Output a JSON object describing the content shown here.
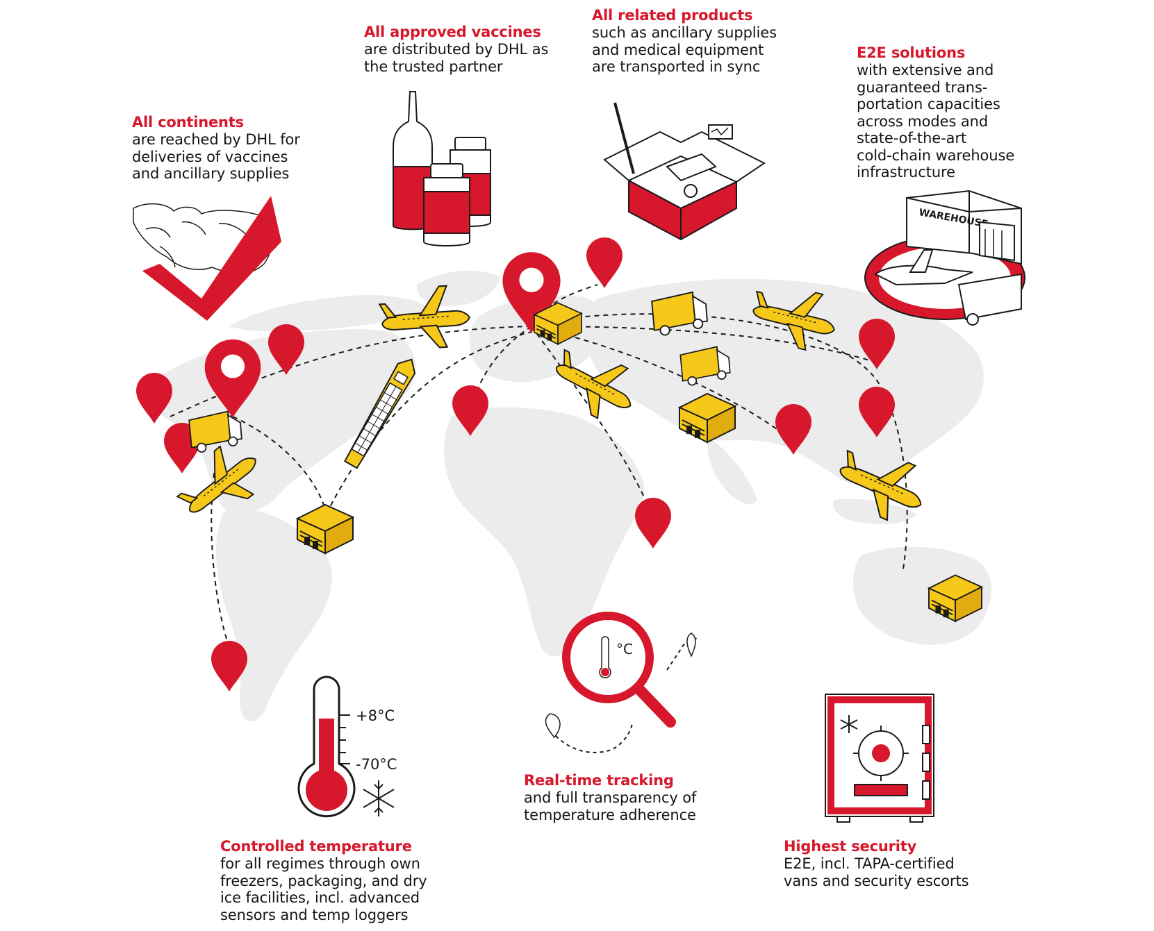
{
  "colors": {
    "red": "#d7172b",
    "yellow": "#f6c81a",
    "ink": "#1a1a1a",
    "map": "#ececec"
  },
  "blocks": {
    "continents": {
      "title": "All continents",
      "body": "are reached by DHL for\ndeliveries of vaccines\nand ancillary supplies"
    },
    "vaccines": {
      "title": "All approved vaccines",
      "body": "are distributed by DHL as\nthe trusted partner"
    },
    "products": {
      "title": "All related products",
      "body": "such as ancillary supplies\nand medical equipment\nare transported in sync"
    },
    "e2e": {
      "title": "E2E solutions",
      "body": "with extensive and\nguaranteed trans-\nportation capacities\nacross modes and\nstate-of-the-art\ncold-chain warehouse\ninfrastructure"
    },
    "temperature": {
      "title": "Controlled temperature",
      "body": "for all regimes through own\nfreezers, packaging, and dry\nice facilities, incl. advanced\nsensors and temp loggers"
    },
    "tracking": {
      "title": "Real-time tracking",
      "body": "and full transparency of\ntemperature adherence"
    },
    "security": {
      "title": "Highest security",
      "body": "E2E, incl. TAPA-certified\nvans and security escorts"
    }
  },
  "thermometer": {
    "upper": "+8°C",
    "lower": "-70°C"
  },
  "magnifier": {
    "unit": "°C"
  },
  "warehouse": {
    "sign": "WAREHOUSE"
  },
  "icons": [
    "world-map-check-icon",
    "vaccine-vials-icon",
    "medical-equipment-box-icon",
    "warehouse-icon",
    "thermometer-icon",
    "snowflake-icon",
    "magnifier-thermometer-icon",
    "safe-icon",
    "location-pin-icon",
    "airplane-icon",
    "truck-icon",
    "parcel-icon",
    "container-ship-icon"
  ]
}
